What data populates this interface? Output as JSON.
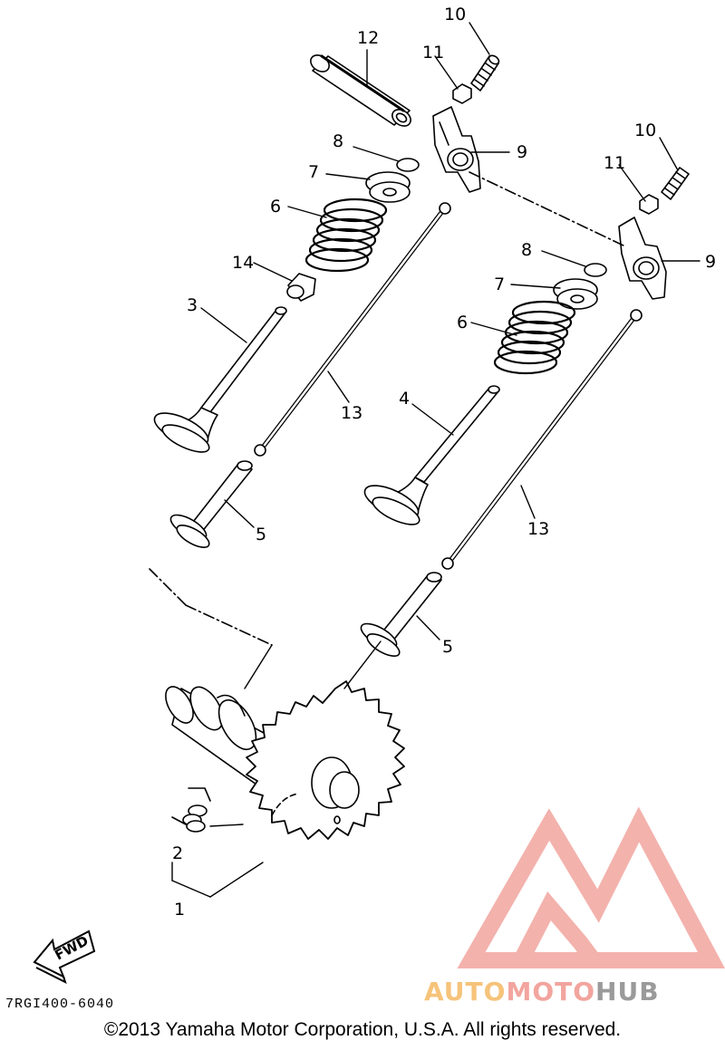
{
  "callouts": {
    "c1": "1",
    "c2": "2",
    "c3": "3",
    "c4": "4",
    "c5a": "5",
    "c5b": "5",
    "c6a": "6",
    "c6b": "6",
    "c7a": "7",
    "c7b": "7",
    "c8a": "8",
    "c8b": "8",
    "c9a": "9",
    "c9b": "9",
    "c10a": "10",
    "c10b": "10",
    "c11a": "11",
    "c11b": "11",
    "c12": "12",
    "c13a": "13",
    "c13b": "13",
    "c14": "14"
  },
  "fwd_label": "FWD",
  "diagram_code": "7RGI400-6040",
  "copyright": "©2013 Yamaha Motor Corporation, U.S.A. All rights reserved.",
  "watermark": {
    "auto": "AUTO",
    "moto": "MOTO",
    "hub": "HUB"
  },
  "colors": {
    "line": "#000000",
    "watermark_red": "#f2a59e",
    "watermark_orange": "#f6c37a",
    "watermark_gray": "#9a9a9a"
  }
}
